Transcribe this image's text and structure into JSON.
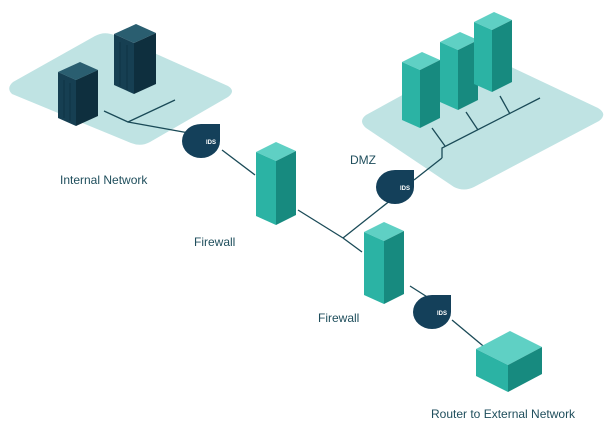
{
  "labels": {
    "internal_network": "Internal Network",
    "dmz": "DMZ",
    "firewall_upper": "Firewall",
    "firewall_lower": "Firewall",
    "router": "Router to External Network"
  },
  "ids_label": "IDS",
  "colors": {
    "zone": "#bfe3e3",
    "server_dark": "#143e50",
    "server_teal": "#22a89c",
    "ids": "#14405a",
    "line": "#1a4a57",
    "label": "#1f4e5c"
  }
}
